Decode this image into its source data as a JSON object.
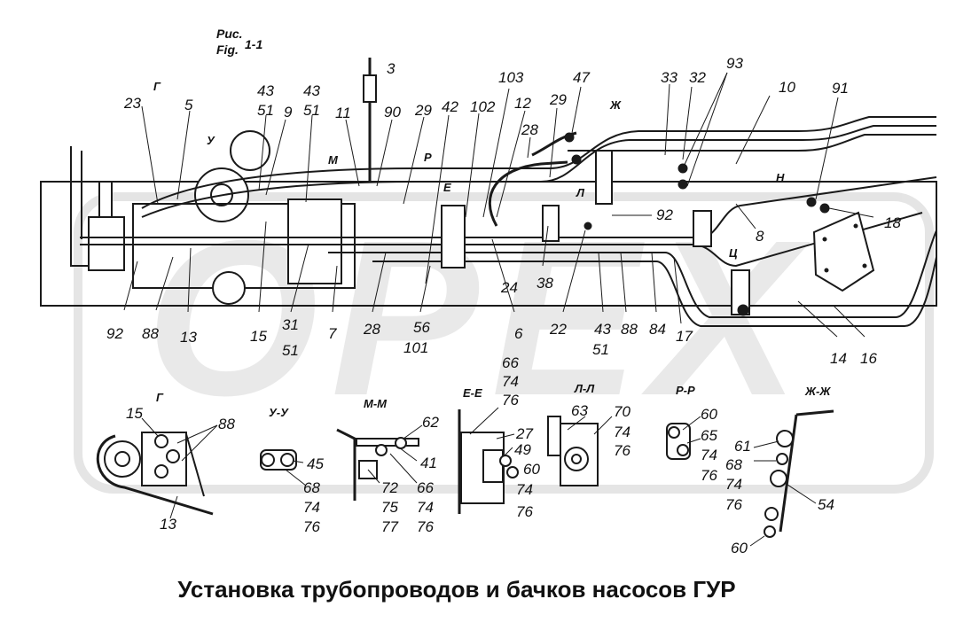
{
  "figure": {
    "label_ru": "Рис.",
    "label_en": "Fig.",
    "number": "1-1"
  },
  "caption": "Установка трубопроводов и бачков насосов ГУР",
  "watermark": "OPEX",
  "section_titles": [
    "Г",
    "У-У",
    "М-М",
    "Е-Е",
    "Л-Л",
    "Р-Р",
    "Ж-Ж"
  ],
  "view_markers": [
    "Г",
    "У",
    "М",
    "Р",
    "Е",
    "Ж",
    "Л",
    "Н",
    "Ц"
  ],
  "main_callouts": [
    "3",
    "23",
    "5",
    "43",
    "51",
    "9",
    "43",
    "51",
    "11",
    "90",
    "29",
    "42",
    "102",
    "103",
    "12",
    "29",
    "47",
    "28",
    "33",
    "32",
    "93",
    "10",
    "91",
    "92",
    "18",
    "8",
    "92",
    "88",
    "13",
    "15",
    "31",
    "51",
    "7",
    "28",
    "56",
    "101",
    "6",
    "24",
    "38",
    "22",
    "43",
    "51",
    "88",
    "84",
    "17",
    "14",
    "16"
  ],
  "detail_callouts": [
    "15",
    "88",
    "13",
    "45",
    "68",
    "74",
    "76",
    "62",
    "41",
    "72",
    "66",
    "75",
    "74",
    "77",
    "76",
    "66",
    "74",
    "76",
    "27",
    "49",
    "60",
    "74",
    "76",
    "63",
    "70",
    "74",
    "76",
    "60",
    "65",
    "74",
    "76",
    "61",
    "68",
    "74",
    "76",
    "54",
    "60"
  ]
}
